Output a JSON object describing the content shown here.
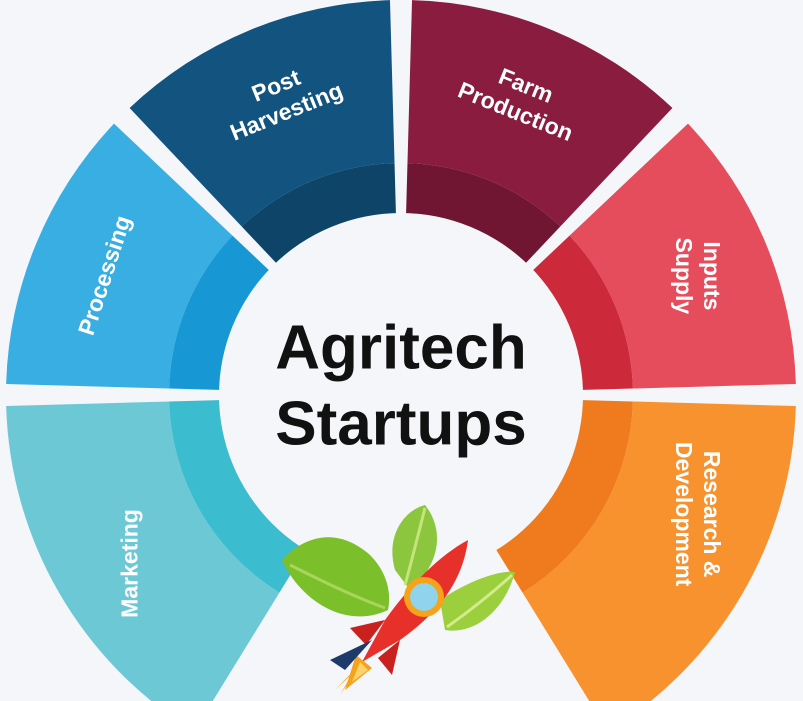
{
  "center": {
    "line1": "Agritech",
    "line2": "Startups"
  },
  "segments": [
    {
      "id": "marketing",
      "lines": [
        "Marketing"
      ],
      "color": "#6dc8d6",
      "inner": "#3cbccf"
    },
    {
      "id": "processing",
      "lines": [
        "Processing"
      ],
      "color": "#39aee3",
      "inner": "#1797d3"
    },
    {
      "id": "post-harvesting",
      "lines": [
        "Post",
        "Harvesting"
      ],
      "color": "#13537f",
      "inner": "#0e4468"
    },
    {
      "id": "farm-production",
      "lines": [
        "Farm",
        "Production"
      ],
      "color": "#8a1c40",
      "inner": "#701532"
    },
    {
      "id": "inputs-supply",
      "lines": [
        "Inputs",
        "Supply"
      ],
      "color": "#e64d5c",
      "inner": "#cc2a3b"
    },
    {
      "id": "research-development",
      "lines": [
        "Research &",
        "Development"
      ],
      "color": "#f7922f",
      "inner": "#f07a1e"
    }
  ],
  "colors": {
    "background": "#f4f6f9",
    "hub": "#f4f6f9",
    "leaf": "#7bbf2a",
    "leaf_light": "#b7dd5a",
    "rocket": "#e8302a",
    "window": "#8fd3ec"
  },
  "icons": {
    "rocket": "rocket-icon",
    "leaves": "leaf-icon"
  }
}
